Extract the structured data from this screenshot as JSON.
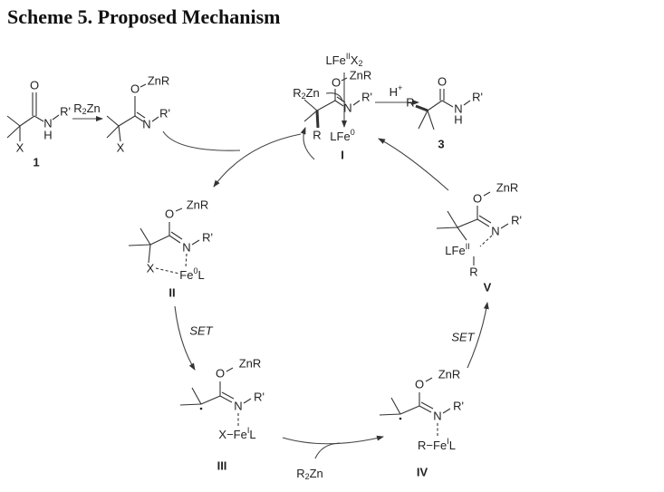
{
  "title": "Scheme 5. Proposed Mechanism",
  "compound_labels": {
    "c1": "1",
    "c3": "3",
    "I": "I",
    "II": "II",
    "III": "III",
    "IV": "IV",
    "V": "V"
  },
  "reagents": {
    "r2zn_main": "R",
    "r2zn_main_sub": "2",
    "r2zn_main_zn": "Zn",
    "r2zn_top": "R",
    "r2zn_top_sub": "2",
    "r2zn_top_zn": "Zn",
    "r2zn_bottom": "R",
    "r2zn_bottom_sub": "2",
    "r2zn_bottom_zn": "Zn",
    "hplus": "H",
    "hplus_sup": "+",
    "set1": "SET",
    "set2": "SET",
    "precat": "LFe",
    "precat_ox": "II",
    "precat_x": "X",
    "precat_sub": "2",
    "cat": "LFe",
    "cat_ox": "0"
  },
  "atoms": {
    "O": "O",
    "N": "N",
    "H": "H",
    "X": "X",
    "R": "R",
    "Rp": "R'",
    "ZnR": "ZnR",
    "Fe": "Fe",
    "L": "L",
    "LFe": "LFe",
    "ox0": "0",
    "oxI": "I",
    "oxII": "II",
    "XFe": "X−Fe",
    "RFe": "R−Fe"
  }
}
